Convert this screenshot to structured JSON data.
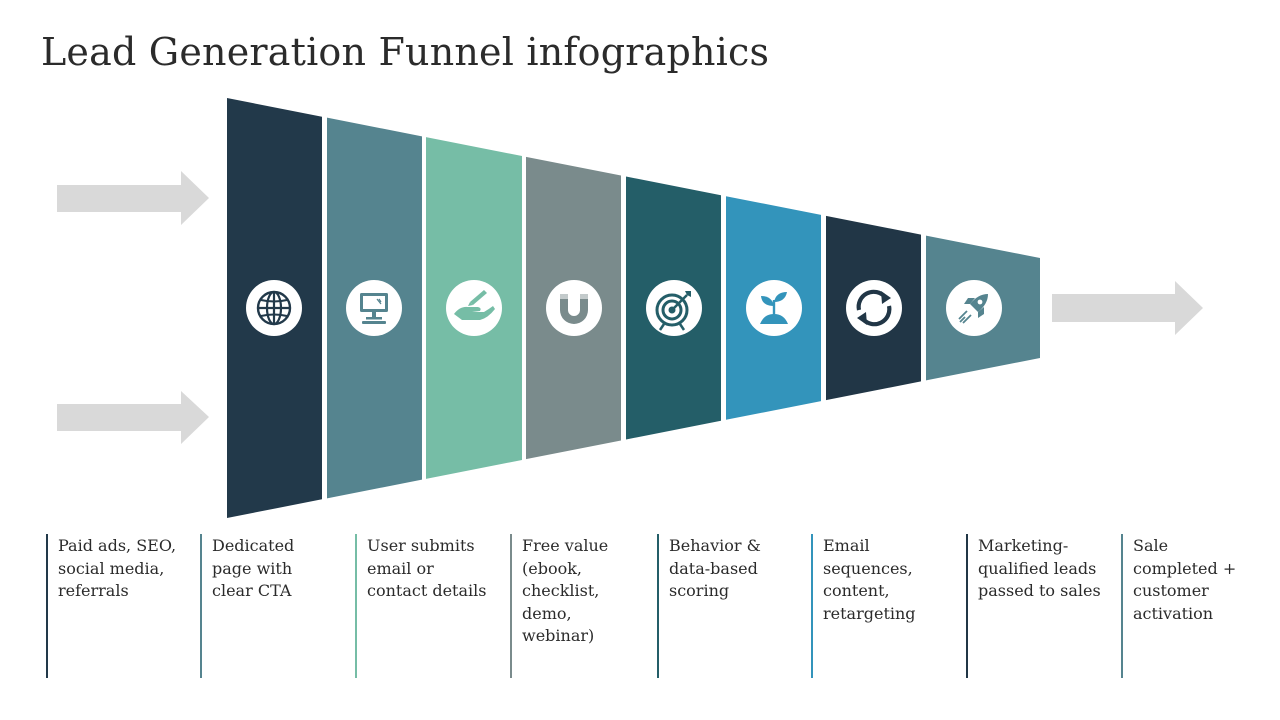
{
  "title": "Lead Generation Funnel infographics",
  "colors": {
    "arrow": "#d9d9d9",
    "icon_circle": "#ffffff"
  },
  "stages": [
    {
      "icon": "globe-icon",
      "color": "#22394a",
      "description": "Paid ads, SEO, social media, referrals"
    },
    {
      "icon": "computer-icon",
      "color": "#55848f",
      "description": "Dedicated page with clear CTA"
    },
    {
      "icon": "hand-writing-icon",
      "color": "#76bda6",
      "description": "User submits email or contact details"
    },
    {
      "icon": "magnet-icon",
      "color": "#7a8b8c",
      "description": "Free value (ebook, checklist, demo, webinar)"
    },
    {
      "icon": "target-icon",
      "color": "#245e68",
      "description": "Behavior & data-based scoring"
    },
    {
      "icon": "plant-icon",
      "color": "#3394bb",
      "description": "Email sequences, content, retargeting"
    },
    {
      "icon": "refresh-icon",
      "color": "#213646",
      "description": "Marketing-qualified leads passed to sales"
    },
    {
      "icon": "rocket-icon",
      "color": "#55848f",
      "description": "Sale completed + customer activation"
    }
  ]
}
